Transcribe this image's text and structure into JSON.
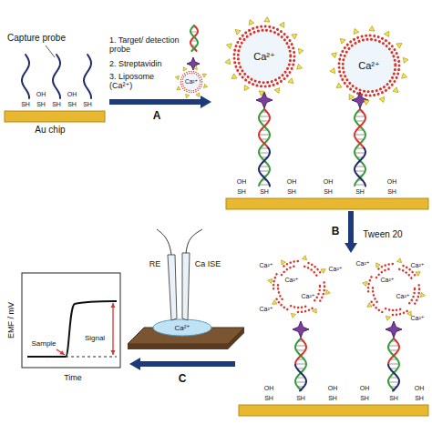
{
  "diagram": {
    "nodes": [
      {
        "text": [
          "Ca²⁺"
        ]
      },
      {
        "text": [
          "Ca²⁺"
        ]
      },
      {
        "text": [
          "Ca²⁺"
        ]
      }
    ],
    "labels": [
      "Capture probe",
      "SH",
      "OH",
      "SH",
      "SH",
      "OH",
      "SH",
      "SH",
      "Au chip",
      "A",
      "1. Target/ detection probe",
      "2. Streptavidin",
      "3. Liposome (Ca²⁺)",
      "OH",
      "SH",
      "SH",
      "OH",
      "SH",
      "OH",
      "SH",
      "SH",
      "OH",
      "SH",
      "B",
      "Tween 20",
      "Ca²⁺",
      "Ca²⁺",
      "Ca²⁺",
      "Ca²⁺",
      "Ca²⁺",
      "Ca²⁺",
      "Ca²⁺",
      "Ca²⁺",
      "Ca²⁺",
      "Ca²⁺",
      "OH",
      "SH",
      "SH",
      "OH",
      "SH",
      "OH",
      "SH",
      "SH",
      "OH",
      "SH",
      "RE",
      "Ca ISE",
      "Ca²⁺",
      "C",
      "EMF / mV",
      "Time",
      "Sample",
      "Signal"
    ]
  }
}
